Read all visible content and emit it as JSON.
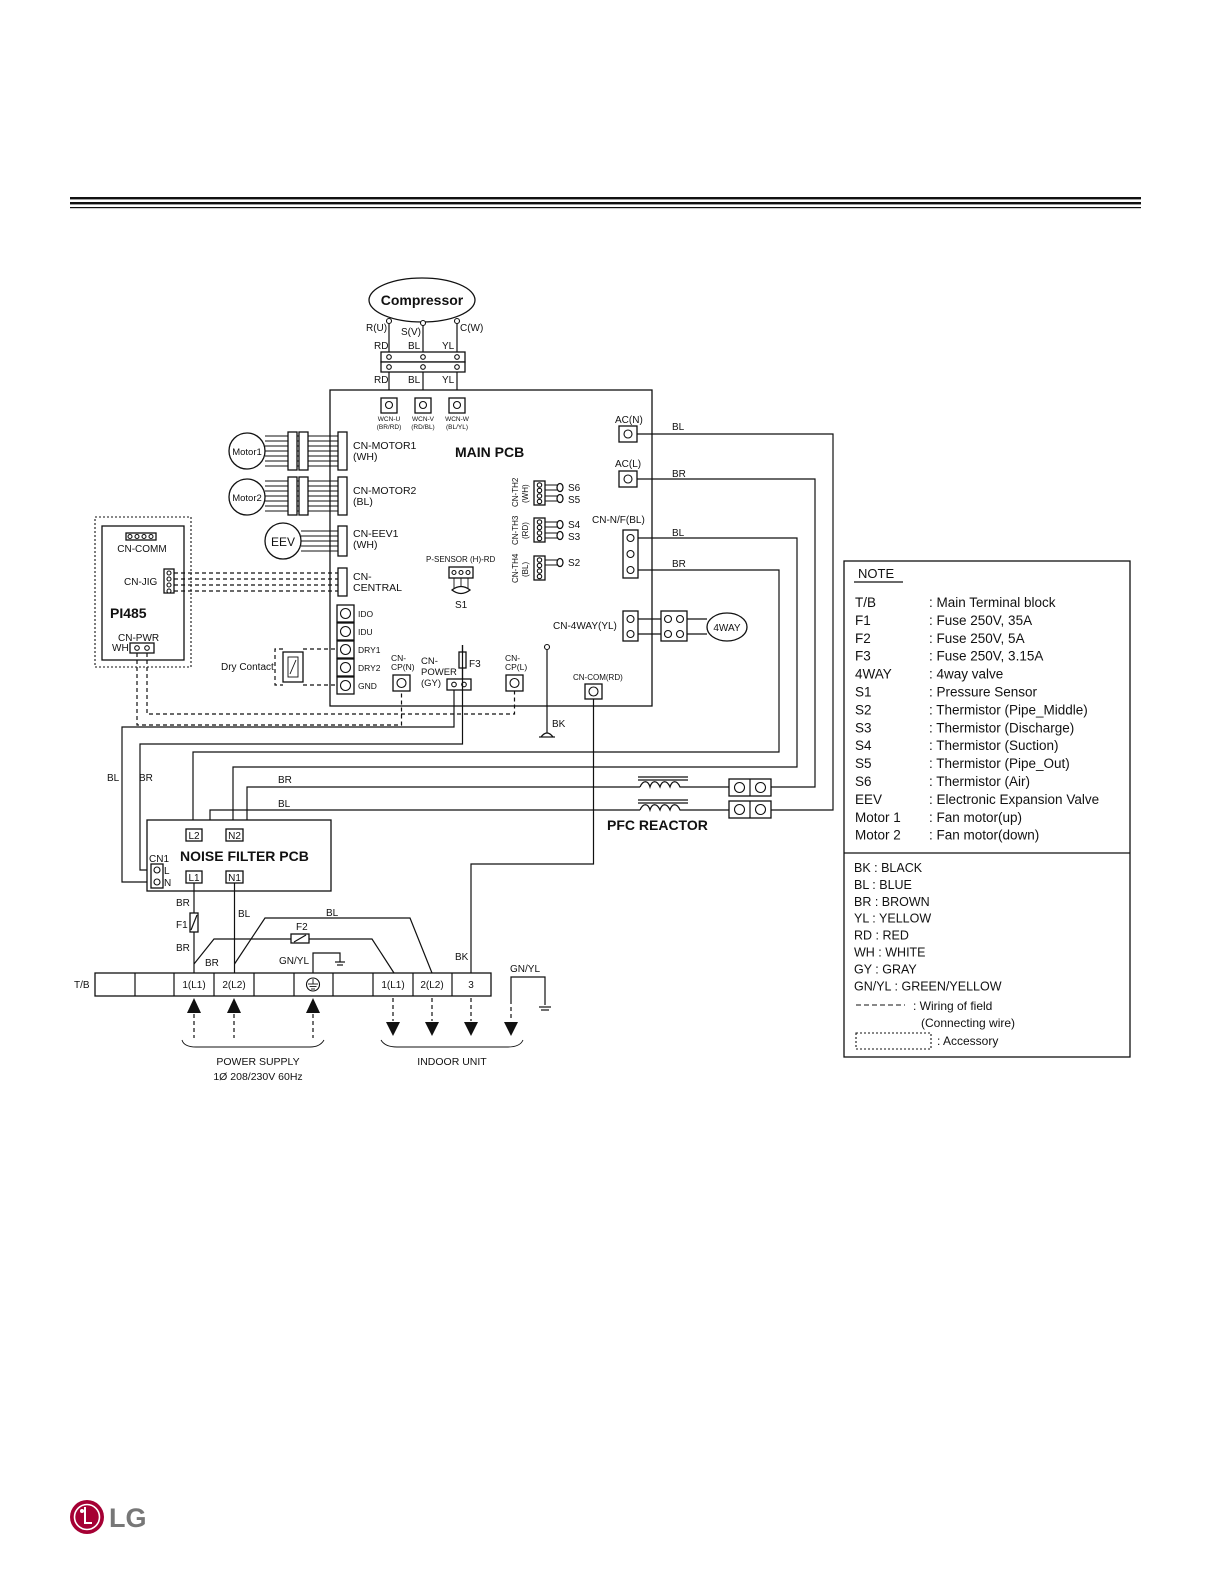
{
  "diagram": {
    "compressor": {
      "title": "Compressor",
      "r": "R(U)",
      "s": "S(V)",
      "c": "C(W)"
    },
    "wires": {
      "rd": "RD",
      "bl": "BL",
      "yl": "YL",
      "br": "BR",
      "bk": "BK",
      "gnyl": "GN/YL",
      "wh": "WH"
    },
    "wcn": [
      {
        "name": "WCN-U",
        "sub": "(BR/RD)"
      },
      {
        "name": "WCN-V",
        "sub": "(RD/BL)"
      },
      {
        "name": "WCN-W",
        "sub": "(BL/YL)"
      }
    ],
    "main_pcb": "MAIN PCB",
    "motor1": "Motor1",
    "motor2": "Motor2",
    "eev": "EEV",
    "cn_motor1": {
      "name": "CN-MOTOR1",
      "color": "(WH)"
    },
    "cn_motor2": {
      "name": "CN-MOTOR2",
      "color": "(BL)"
    },
    "cn_eev1": {
      "name": "CN-EEV1",
      "color": "(WH)"
    },
    "cn_central": {
      "line1": "CN-",
      "line2": "CENTRAL"
    },
    "pi485": {
      "title": "PI485",
      "cn_comm": "CN-COMM",
      "cn_jig": "CN-JIG",
      "cn_pwr": "CN-PWR"
    },
    "th": [
      {
        "name": "CN-TH2",
        "color": "(WH)"
      },
      {
        "name": "CN-TH3",
        "color": "(RD)"
      },
      {
        "name": "CN-TH4",
        "color": "(BL)"
      }
    ],
    "sensors": [
      "S6",
      "S5",
      "S4",
      "S3",
      "S2",
      "S1"
    ],
    "p_sensor": "P-SENSOR (H)-RD",
    "ac_n": "AC(N)",
    "ac_l": "AC(L)",
    "cn_nf": "CN-N/F(BL)",
    "cn_4way": "CN-4WAY(YL)",
    "fourway": "4WAY",
    "io_ports": [
      "IDO",
      "IDU",
      "DRY1",
      "DRY2",
      "GND"
    ],
    "dry_contact": "Dry Contact",
    "cn_cp_n": {
      "line1": "CN-",
      "line2": "CP(N)"
    },
    "cn_power": {
      "line1": "CN-",
      "line2": "POWER",
      "line3": "(GY)"
    },
    "cn_cp_l": {
      "line1": "CN-",
      "line2": "CP(L)"
    },
    "cn_com": "CN-COM(RD)",
    "f3": "F3",
    "pfc": "PFC REACTOR",
    "noise_filter": {
      "title": "NOISE FILTER PCB",
      "l2": "L2",
      "n2": "N2",
      "cn1": "CN1",
      "l": "L",
      "n": "N",
      "l1": "L1",
      "n1": "N1"
    },
    "f1": "F1",
    "f2": "F2",
    "tb": {
      "label": "T/B",
      "t1": "1(L1)",
      "t2": "2(L2)",
      "t3": "1(L1)",
      "t4": "2(L2)",
      "t5": "3"
    },
    "power_supply": {
      "line1": "POWER SUPPLY",
      "line2": "1Ø 208/230V 60Hz"
    },
    "indoor_unit": "INDOOR UNIT"
  },
  "note": {
    "title": "NOTE",
    "items": [
      {
        "k": "T/B",
        "v": ": Main Terminal block"
      },
      {
        "k": "F1",
        "v": ": Fuse 250V, 35A"
      },
      {
        "k": "F2",
        "v": ": Fuse 250V, 5A"
      },
      {
        "k": "F3",
        "v": ": Fuse 250V, 3.15A"
      },
      {
        "k": "4WAY",
        "v": ": 4way valve"
      },
      {
        "k": "S1",
        "v": ": Pressure Sensor"
      },
      {
        "k": "S2",
        "v": ": Thermistor (Pipe_Middle)"
      },
      {
        "k": "S3",
        "v": ": Thermistor (Discharge)"
      },
      {
        "k": "S4",
        "v": ": Thermistor (Suction)"
      },
      {
        "k": "S5",
        "v": ": Thermistor (Pipe_Out)"
      },
      {
        "k": "S6",
        "v": ": Thermistor (Air)"
      },
      {
        "k": "EEV",
        "v": ": Electronic Expansion Valve"
      },
      {
        "k": "Motor 1",
        "v": ": Fan motor(up)"
      },
      {
        "k": "Motor 2",
        "v": ": Fan motor(down)"
      }
    ],
    "colors": [
      "BK : BLACK",
      "BL : BLUE",
      "BR : BROWN",
      "YL : YELLOW",
      "RD : RED",
      "WH : WHITE",
      "GY : GRAY",
      "GN/YL : GREEN/YELLOW"
    ],
    "field_wiring": ": Wiring of field",
    "field_wiring2": "(Connecting wire)",
    "accessory": ": Accessory"
  },
  "brand": {
    "logo_text": "LG",
    "red": "#a50034"
  }
}
